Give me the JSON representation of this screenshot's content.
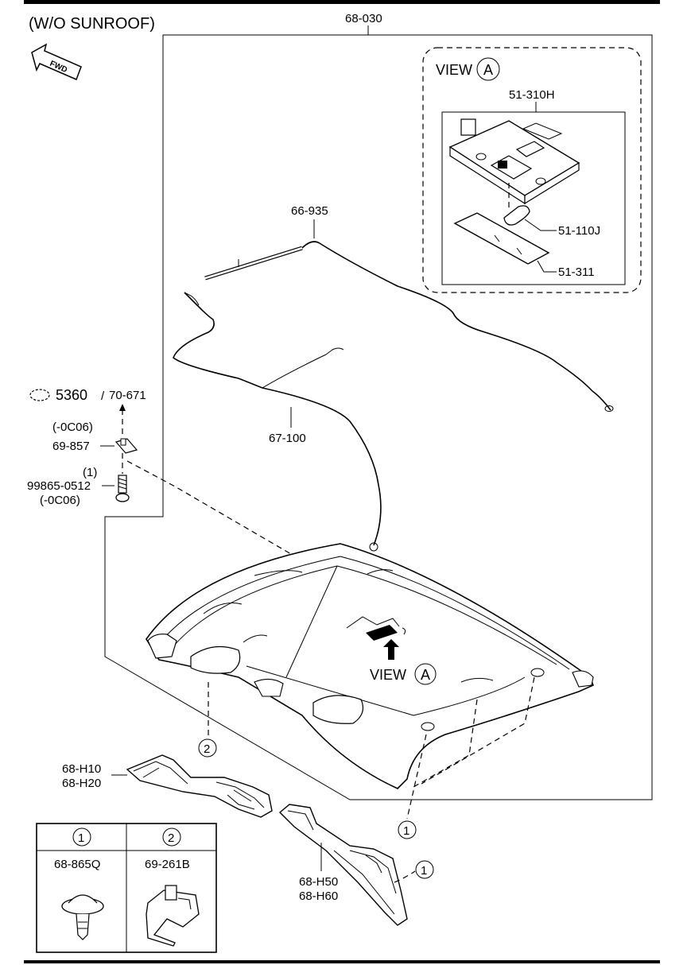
{
  "header": {
    "title": "(W/O SUNROOF)",
    "fwd_label": "FWD"
  },
  "parts": {
    "headliner": "68-030",
    "harness_upper": "66-935",
    "harness_lower": "67-100",
    "map_lamp": "51-310H",
    "bulb": "51-110J",
    "lens": "51-311",
    "clip_part": "69-857",
    "clip_qty_note": "(-0C06)",
    "screw_qty": "(1)",
    "screw_part": "99865-0512",
    "screw_note": "(-0C06)",
    "ref_main": "5360",
    "ref_slash": "/",
    "ref_sub": "70-671",
    "pillar_front_1": "68-H10",
    "pillar_front_2": "68-H20",
    "pillar_rear_1": "68-H50",
    "pillar_rear_2": "68-H60"
  },
  "view": {
    "word": "VIEW",
    "letter": "A"
  },
  "callouts": {
    "one": "1",
    "two": "2"
  },
  "legend": {
    "col1_head": "1",
    "col2_head": "2",
    "col1_part": "68-865Q",
    "col2_part": "69-261B"
  }
}
